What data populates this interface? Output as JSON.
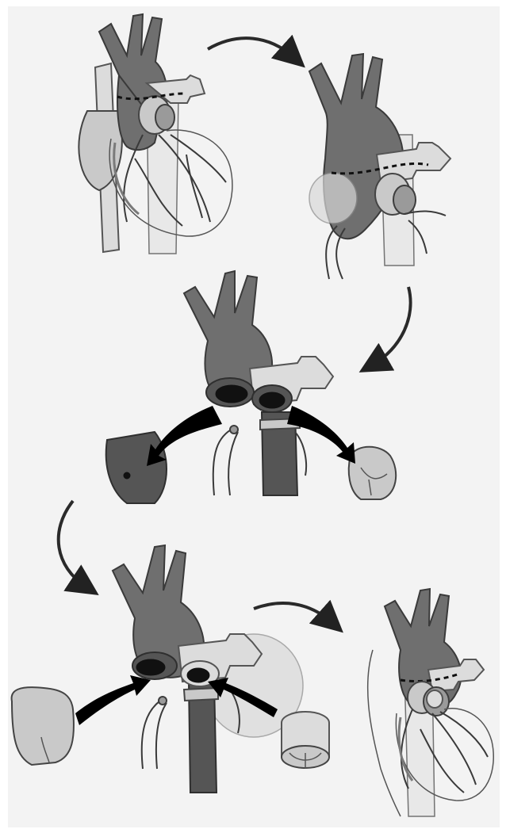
{
  "figure": {
    "steps": [
      "step-1",
      "step-2",
      "step-3",
      "step-4",
      "step-5"
    ]
  }
}
